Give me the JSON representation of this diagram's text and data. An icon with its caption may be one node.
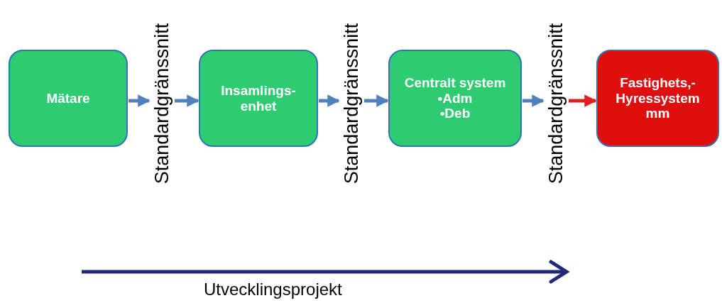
{
  "diagram": {
    "nodes": [
      {
        "text": [
          "Mätare"
        ]
      },
      {
        "text": [
          "Standardgränssnitt"
        ]
      },
      {
        "text": [
          "Insamlings- enhet"
        ]
      },
      {
        "text": [
          "Standardgränssnitt"
        ]
      },
      {
        "text": [
          "Centralt system",
          "•Adm",
          "•Deb"
        ]
      },
      {
        "text": [
          "Standardgränssnitt"
        ]
      },
      {
        "text": [
          "Fastighets,- Hyressystem mm"
        ]
      }
    ],
    "edges": [
      {
        "from": 0,
        "to": 1,
        "arrow": "to"
      },
      {
        "from": 1,
        "to": 2,
        "arrow": "to"
      },
      {
        "from": 2,
        "to": 3,
        "arrow": "to"
      },
      {
        "from": 3,
        "to": 4,
        "arrow": "to"
      },
      {
        "from": 4,
        "to": 5,
        "arrow": "to"
      },
      {
        "from": 5,
        "to": 6,
        "arrow": "to",
        "color": "#e02020"
      }
    ],
    "labels": [
      "Utvecklingsprojekt"
    ]
  }
}
